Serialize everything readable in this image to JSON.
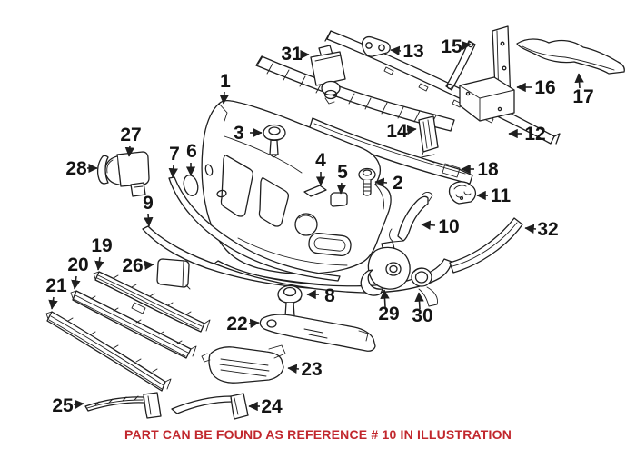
{
  "colors": {
    "background": "#ffffff",
    "line": "#1f1f1f",
    "label": "#141414",
    "note": "#c1272d"
  },
  "note": {
    "text": "PART CAN BE FOUND AS REFERENCE # 10 IN ILLUSTRATION"
  },
  "callouts": [
    "1",
    "2",
    "3",
    "4",
    "5",
    "6",
    "7",
    "8",
    "9",
    "10",
    "11",
    "12",
    "13",
    "14",
    "15",
    "16",
    "17",
    "18",
    "19",
    "20",
    "21",
    "22",
    "23",
    "24",
    "25",
    "26",
    "27",
    "28",
    "29",
    "30",
    "31",
    "32"
  ]
}
